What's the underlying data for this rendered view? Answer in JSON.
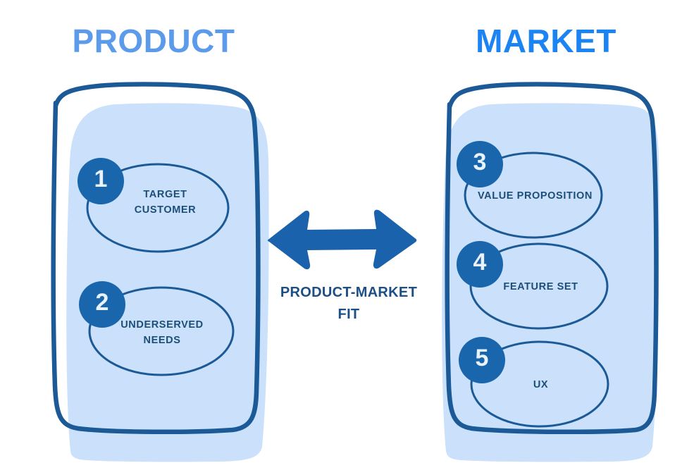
{
  "diagram": {
    "type": "concept-diagram",
    "subject": "Product-Market Fit framework"
  },
  "colors": {
    "background": "#ffffff",
    "panel_fill": "#cbe0fa",
    "stroke_dark": "#1b5a96",
    "badge_fill": "#1a66ad",
    "badge_text": "#eaf3fd",
    "label_text": "#1d4e78",
    "arrow": "#1a62ab",
    "title_product": "#5b9bea",
    "title_market": "#1b84f2",
    "caption_text": "#1b4f86"
  },
  "left_panel": {
    "title": "PRODUCT",
    "items": [
      {
        "number": "1",
        "label": "TARGET\nCUSTOMER",
        "line1": "TARGET",
        "line2": "CUSTOMER"
      },
      {
        "number": "2",
        "label": "UNDERSERVED\nNEEDS",
        "line1": "UNDERSERVED",
        "line2": "NEEDS"
      }
    ]
  },
  "right_panel": {
    "title": "MARKET",
    "items": [
      {
        "number": "3",
        "label": "VALUE PROPOSITION",
        "line1": "VALUE PROPOSITION",
        "line2": ""
      },
      {
        "number": "4",
        "label": "FEATURE SET",
        "line1": "FEATURE SET",
        "line2": ""
      },
      {
        "number": "5",
        "label": "UX",
        "line1": "UX",
        "line2": ""
      }
    ]
  },
  "center": {
    "caption_line1": "PRODUCT-MARKET",
    "caption_line2": "FIT",
    "arrow_icon": "double-headed-horizontal-arrow-icon"
  }
}
